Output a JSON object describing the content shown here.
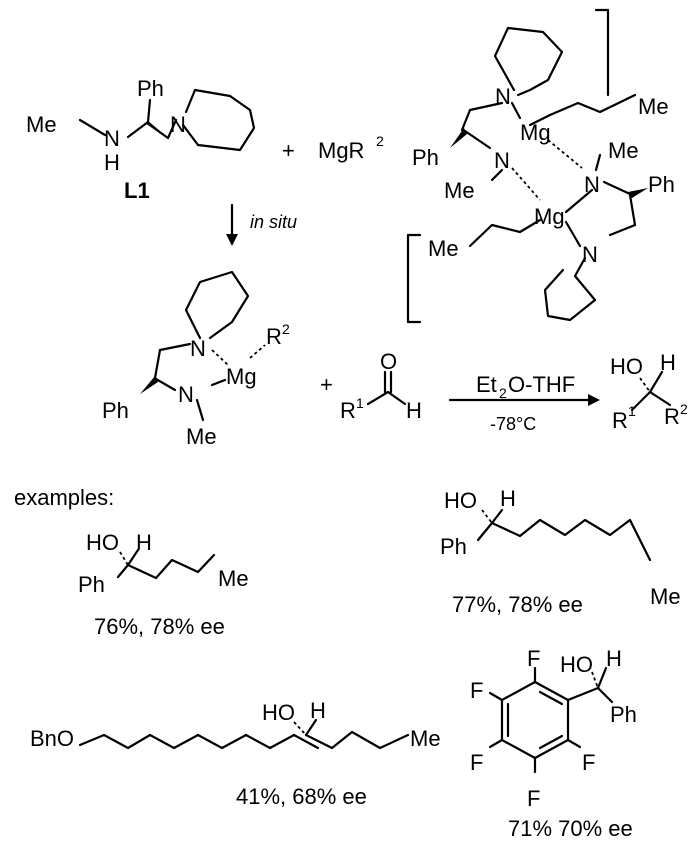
{
  "ligand": {
    "ph": "Ph",
    "me": "Me",
    "nh_n": "N",
    "nh_h": "H",
    "n": "N",
    "label": "L1"
  },
  "reagent": {
    "plus": "+",
    "mg": "MgR",
    "sup": "2"
  },
  "dimer": {
    "n": "N",
    "mg": "Mg",
    "me": "Me",
    "ph": "Ph"
  },
  "step1": {
    "condition": "in situ"
  },
  "complex": {
    "n": "N",
    "mg": "Mg",
    "r": "R",
    "r_sup": "2",
    "ph": "Ph",
    "me": "Me"
  },
  "aldehyde": {
    "plus": "+",
    "o": "O",
    "r": "R",
    "r_sup": "1",
    "h": "H"
  },
  "conditions": {
    "solvent_prefix": "Et",
    "solvent_sub": "2",
    "solvent_suffix": "O-THF",
    "temperature": "-78°C"
  },
  "product": {
    "ho": "HO",
    "h": "H",
    "r1": "R",
    "r1_sup": "1",
    "r2": "R",
    "r2_sup": "2"
  },
  "examples": {
    "heading": "examples:",
    "items": [
      {
        "ho": "HO",
        "h": "H",
        "ph": "Ph",
        "me": "Me",
        "yield": "76%, 78% ",
        "ee": "ee"
      },
      {
        "ho": "HO",
        "h": "H",
        "ph": "Ph",
        "me": "Me",
        "yield": "77%, 78% ",
        "ee": "ee"
      },
      {
        "bno": "BnO",
        "ho": "HO",
        "h": "H",
        "me": "Me",
        "yield": "41%, 68% ",
        "ee": "ee"
      },
      {
        "f": "F",
        "ho": "HO",
        "h": "H",
        "ph": "Ph",
        "yield": "71% 70% ",
        "ee": "ee"
      }
    ]
  }
}
